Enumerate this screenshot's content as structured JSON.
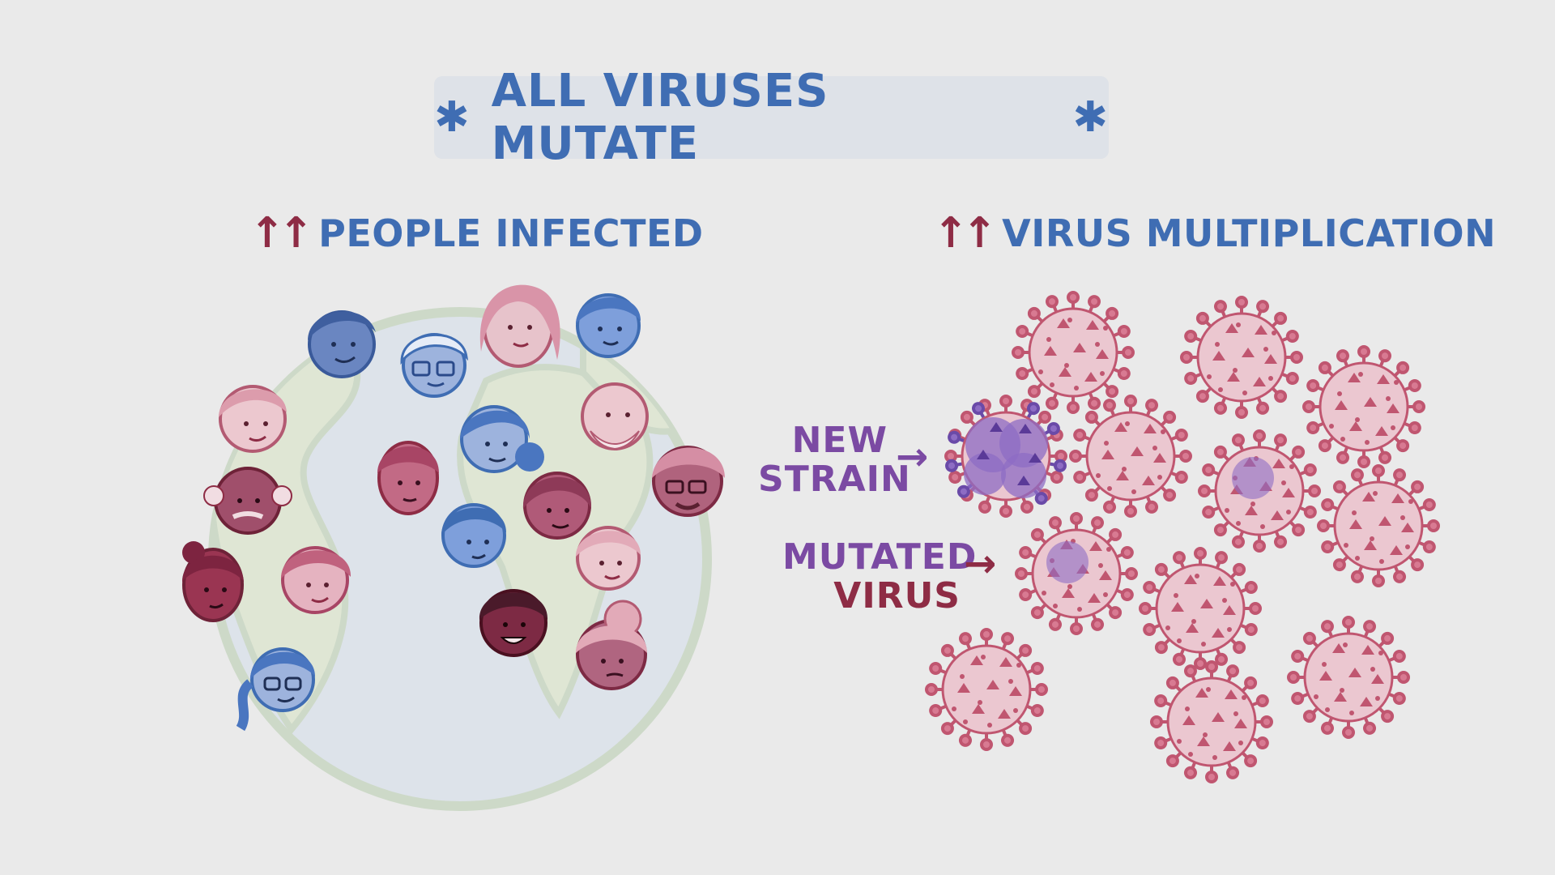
{
  "banner": {
    "title": "ALL VIRUSES MUTATE",
    "left_star": "✱",
    "right_star": "✱"
  },
  "left_panel": {
    "header": {
      "arrows": "↑↑",
      "text": "PEOPLE INFECTED"
    },
    "illustration": "globe-with-faces",
    "face_count": 18
  },
  "right_panel": {
    "header": {
      "arrows": "↑↑",
      "text": "VIRUS MULTIPLICATION"
    },
    "illustration": "virus-particles",
    "virus_count": 12,
    "labels": {
      "new_strain": {
        "line1": "NEW",
        "line2": "STRAIN",
        "arrow": "→"
      },
      "mutated_virus": {
        "line1": "MUTATED",
        "line2": "VIRUS",
        "arrow": "→"
      }
    }
  },
  "colors": {
    "background": "#eaeaea",
    "banner_bg": "#dee2e8",
    "title_blue": "#3f6db3",
    "arrow_maroon": "#8e2c45",
    "label_purple": "#7b4aa3",
    "virus_pink": "#e9c3cc",
    "virus_spike": "#c05670",
    "mutation_purple": "#8d6cc4",
    "globe_fill": "#dde3ea",
    "globe_land": "#dfe6d4",
    "globe_outline": "#cdd9c8"
  }
}
